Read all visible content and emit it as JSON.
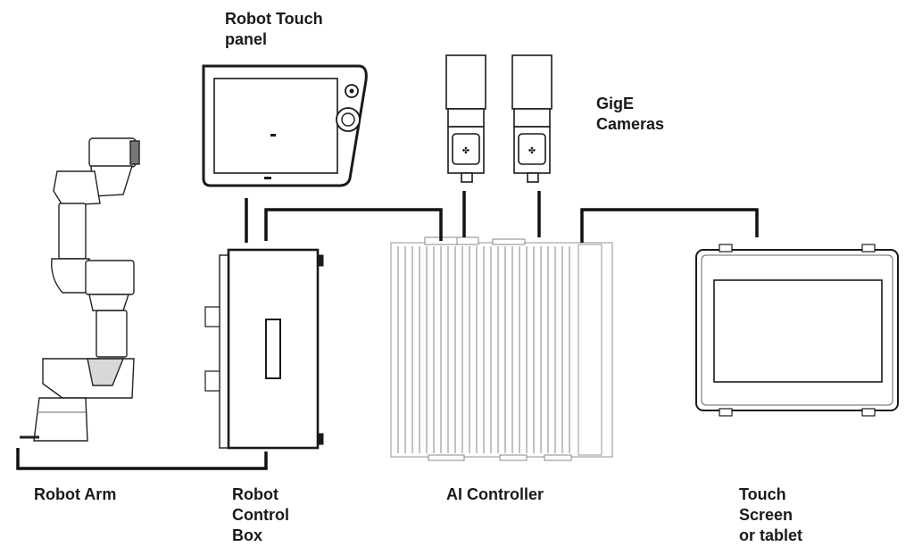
{
  "colors": {
    "ink": "#1a1a1a",
    "device_fill": "#ffffff",
    "fin_line": "#9a9a9a",
    "background": "#ffffff"
  },
  "labels": {
    "robot_touch_panel": [
      "Robot Touch",
      "panel"
    ],
    "gige_cameras": [
      "GigE",
      "Cameras"
    ],
    "robot_arm": [
      "Robot Arm"
    ],
    "robot_control_box": [
      "Robot",
      "Control",
      "Box"
    ],
    "ai_controller": [
      "AI Controller"
    ],
    "touch_screen": [
      "Touch",
      "Screen",
      "or tablet"
    ]
  },
  "connections": [
    {
      "from": "robot-arm",
      "to": "robot-control-box"
    },
    {
      "from": "robot-touch-panel",
      "to": "robot-control-box"
    },
    {
      "from": "robot-control-box",
      "to": "ai-controller"
    },
    {
      "from": "gige-camera-1",
      "to": "ai-controller"
    },
    {
      "from": "gige-camera-2",
      "to": "ai-controller"
    },
    {
      "from": "ai-controller",
      "to": "touch-screen"
    }
  ]
}
